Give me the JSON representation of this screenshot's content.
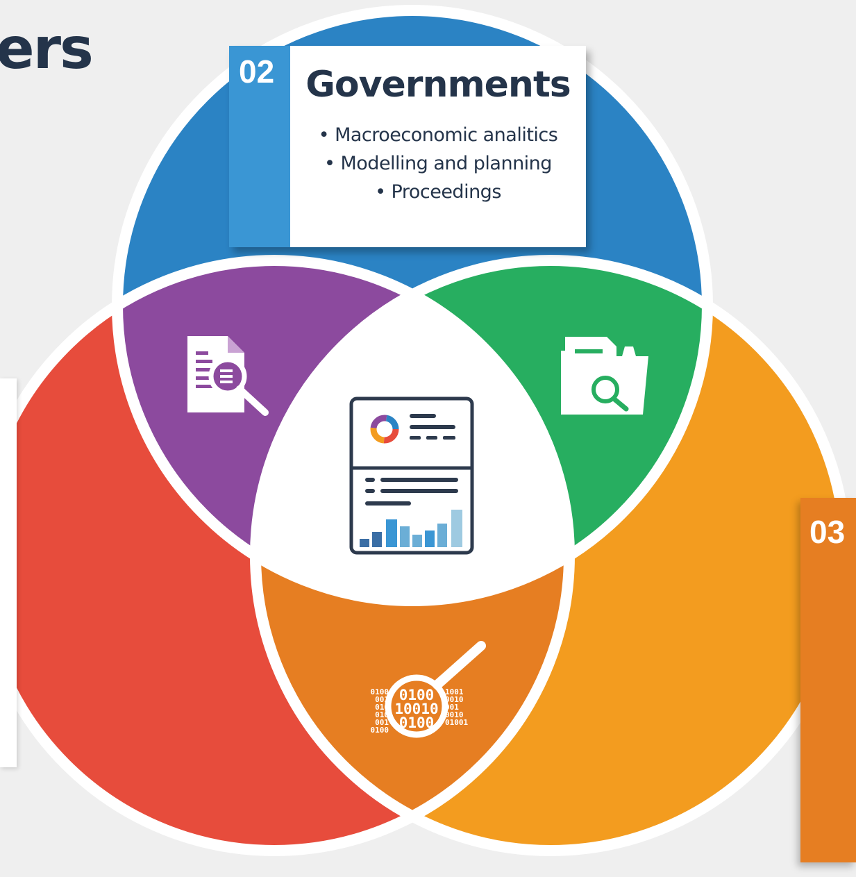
{
  "header": {
    "partial_title": "ers"
  },
  "governments": {
    "number": "02",
    "title": "Governments",
    "items": [
      "Macroeconomic analitics",
      "Modelling and planning",
      "Proceedings"
    ],
    "bullet": "•"
  },
  "right_card": {
    "number": "03"
  },
  "colors": {
    "blue": "#2b83c4",
    "red": "#e74c3c",
    "orange": "#f39c1f",
    "purple": "#8c4a9e",
    "green": "#27ae60",
    "dark_orange": "#e67e22",
    "navy": "#24344a"
  },
  "icons": {
    "purple_region": "document-search-icon",
    "green_region": "folder-search-icon",
    "center": "dashboard-report-icon",
    "orange_region": "binary-data-search-icon"
  },
  "binary_text": {
    "left": [
      "0100",
      "001",
      "010",
      "010",
      "001",
      "0100"
    ],
    "center": [
      "0100",
      "10010",
      "0100"
    ],
    "right": [
      "1001",
      "0010",
      "001",
      "0010",
      "01001"
    ]
  }
}
